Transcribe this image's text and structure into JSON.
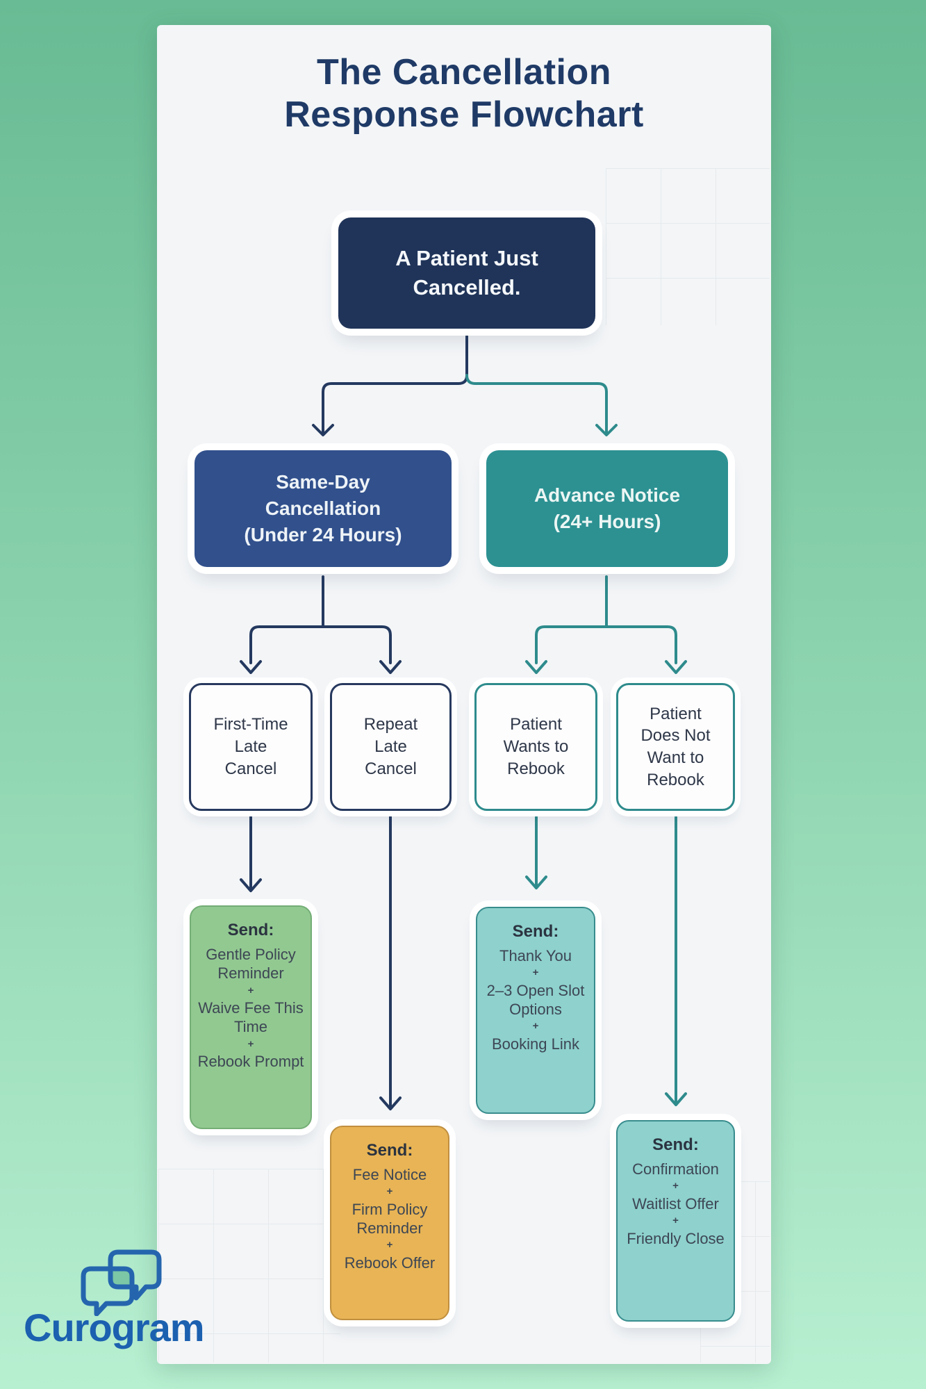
{
  "colors": {
    "background_top": "#68bb94",
    "background_bottom": "#b7efd1",
    "card": "#f3f5f7",
    "title_navy": "#1f3a66",
    "start_navy": "#203459",
    "branch_blue": "#31508c",
    "branch_teal": "#2d9192",
    "leaf_green": "#92c991",
    "leaf_gold": "#e8b455",
    "leaf_teal": "#8ed1cd",
    "arrow_navy": "#24395f",
    "arrow_teal": "#2e8b8c",
    "brand_blue": "#1c60b0"
  },
  "title": {
    "lines": [
      "The Cancellation",
      "Response Flowchart"
    ]
  },
  "flowchart": {
    "plus": "+",
    "start": {
      "lines": [
        "A Patient Just",
        "Cancelled."
      ]
    },
    "branches": [
      {
        "lines": [
          "Same-Day",
          "Cancellation",
          "(Under 24 Hours)"
        ]
      },
      {
        "lines": [
          "Advance Notice",
          "(24+ Hours)"
        ]
      }
    ],
    "conditions": [
      {
        "lines": [
          "First-Time",
          "Late",
          "Cancel"
        ]
      },
      {
        "lines": [
          "Repeat",
          "Late",
          "Cancel"
        ]
      },
      {
        "lines": [
          "Patient",
          "Wants to",
          "Rebook"
        ]
      },
      {
        "lines": [
          "Patient",
          "Does Not",
          "Want to",
          "Rebook"
        ]
      }
    ],
    "actions": [
      {
        "heading": "Send:",
        "items": [
          "Gentle Policy Reminder",
          "Waive Fee This Time",
          "Rebook Prompt"
        ]
      },
      {
        "heading": "Send:",
        "items": [
          "Fee Notice",
          "Firm Policy Reminder",
          "Rebook Offer"
        ]
      },
      {
        "heading": "Send:",
        "items": [
          "Thank You",
          "2–3 Open Slot Options",
          "Booking Link"
        ]
      },
      {
        "heading": "Send:",
        "items": [
          "Confirmation",
          "Waitlist Offer",
          "Friendly Close"
        ]
      }
    ]
  },
  "brand": {
    "name": "Curogram",
    "icon": "chat-bubbles-icon"
  }
}
